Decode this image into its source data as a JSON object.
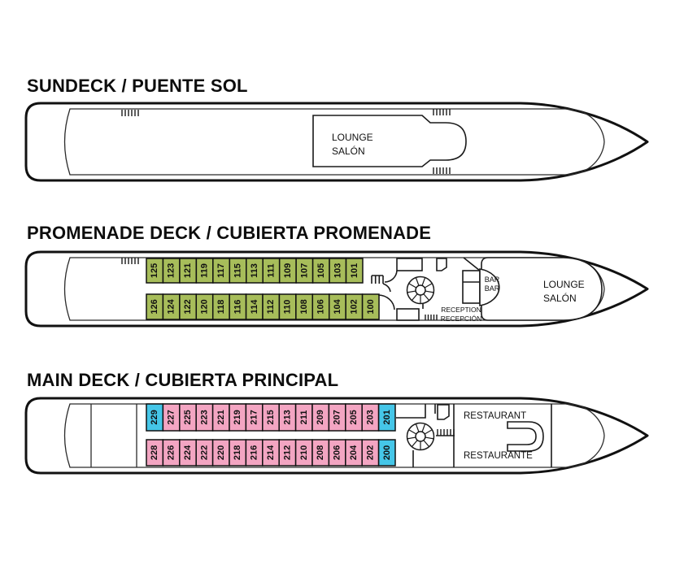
{
  "colors": {
    "cabin_green": "#a7bd5a",
    "cabin_pink": "#f3a5c2",
    "cabin_blue": "#45c6e8",
    "outline": "#111111"
  },
  "decks": {
    "sundeck": {
      "title": "SUNDECK / PUENTE SOL",
      "lounge": {
        "line1": "LOUNGE",
        "line2": "SALÓN"
      }
    },
    "promenade": {
      "title": "PROMENADE DECK / CUBIERTA PROMENADE",
      "cabins_top": [
        "125",
        "123",
        "121",
        "119",
        "117",
        "115",
        "113",
        "111",
        "109",
        "107",
        "105",
        "103",
        "101"
      ],
      "cabins_bottom": [
        "126",
        "124",
        "122",
        "120",
        "118",
        "116",
        "114",
        "112",
        "110",
        "108",
        "106",
        "104",
        "102",
        "100"
      ],
      "bar": {
        "line1": "BAR",
        "line2": "BAR"
      },
      "reception": {
        "line1": "RECEPTION",
        "line2": "RECEPCIÓN"
      },
      "lounge": {
        "line1": "LOUNGE",
        "line2": "SALÓN"
      }
    },
    "main": {
      "title": "MAIN DECK / CUBIERTA PRINCIPAL",
      "cabins_top": [
        "229",
        "227",
        "225",
        "223",
        "221",
        "219",
        "217",
        "215",
        "213",
        "211",
        "209",
        "207",
        "205",
        "203",
        "201"
      ],
      "cabins_bottom": [
        "228",
        "226",
        "224",
        "222",
        "220",
        "218",
        "216",
        "214",
        "212",
        "210",
        "208",
        "206",
        "204",
        "202",
        "200"
      ],
      "highlighted_cabins": [
        "229",
        "201",
        "200"
      ],
      "restaurant": {
        "line1": "RESTAURANT",
        "line2": "RESTAURANTE"
      }
    }
  }
}
